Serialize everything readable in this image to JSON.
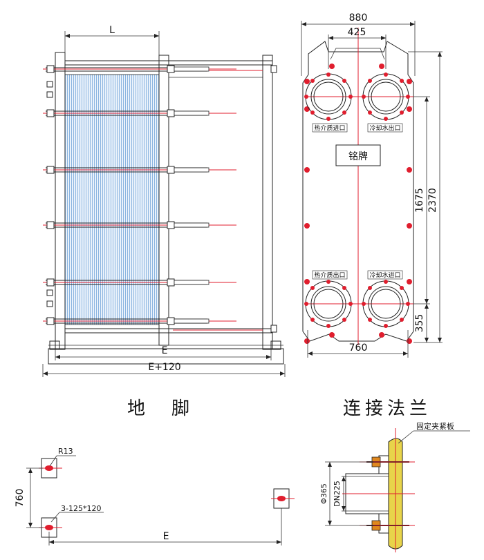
{
  "front_view": {
    "dim_L": "L",
    "dim_E": "E",
    "dim_E120": "E+120"
  },
  "side_view": {
    "dim_880": "880",
    "dim_425": "425",
    "dim_760": "760",
    "dim_1675": "1675",
    "dim_2370": "2370",
    "dim_355": "355",
    "nameplate": "铭牌",
    "port_hot_in": "热介质进口",
    "port_cool_out": "冷却水出口",
    "port_hot_out": "热介质出口",
    "port_cool_in": "冷却水进口"
  },
  "foot_section": {
    "title": "地　脚",
    "r13": "R13",
    "dim_760": "760",
    "holes": "3-125*120",
    "dim_E": "E"
  },
  "flange_section": {
    "title": "连接法兰",
    "plate_label": "固定夹紧板",
    "dim_phi365": "Φ365",
    "dim_dn225": "DN225"
  },
  "colors": {
    "plate_blue": "#8ab4e0",
    "accent_red": "#e01e2e",
    "flange_yellow": "#e8d44a",
    "bolt_orange": "#e0881e"
  }
}
